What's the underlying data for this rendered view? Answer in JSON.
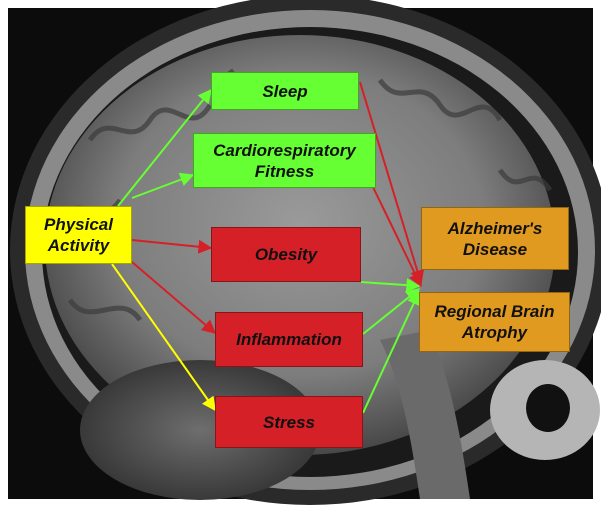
{
  "colors": {
    "yellow": "#ffff00",
    "green": "#66ff33",
    "red": "#d42026",
    "orange": "#e09a20"
  },
  "nodes": {
    "physical_activity": "Physical\nActivity",
    "sleep": "Sleep",
    "cardio": "Cardiorespiratory\nFitness",
    "obesity": "Obesity",
    "inflammation": "Inflammation",
    "stress": "Stress",
    "alzheimers": "Alzheimer's\nDisease",
    "atrophy": "Regional Brain\nAtrophy"
  },
  "edges": [
    {
      "from": "physical_activity",
      "to": "sleep",
      "color": "#66ff33"
    },
    {
      "from": "physical_activity",
      "to": "cardio",
      "color": "#66ff33"
    },
    {
      "from": "physical_activity",
      "to": "obesity",
      "color": "#d42026"
    },
    {
      "from": "physical_activity",
      "to": "inflammation",
      "color": "#d42026"
    },
    {
      "from": "physical_activity",
      "to": "stress",
      "color": "#ffff00"
    },
    {
      "from": "sleep",
      "to": "outcomes",
      "color": "#d42026"
    },
    {
      "from": "cardio",
      "to": "outcomes",
      "color": "#d42026"
    },
    {
      "from": "obesity",
      "to": "outcomes",
      "color": "#66ff33"
    },
    {
      "from": "inflammation",
      "to": "outcomes",
      "color": "#66ff33"
    },
    {
      "from": "stress",
      "to": "outcomes",
      "color": "#66ff33"
    }
  ]
}
